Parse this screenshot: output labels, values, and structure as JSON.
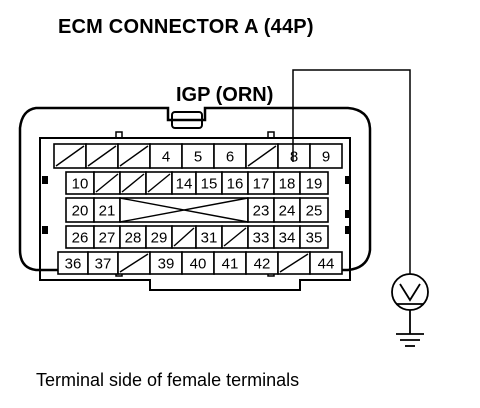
{
  "title": "ECM CONNECTOR A (44P)",
  "pin_label": "IGP (ORN)",
  "caption": "Terminal side of female terminals",
  "rows": [
    [
      {
        "label": ""
      },
      {
        "label": ""
      },
      {
        "label": ""
      },
      {
        "label": "4"
      },
      {
        "label": "5"
      },
      {
        "label": "6"
      },
      {
        "label": ""
      },
      {
        "label": "8"
      },
      {
        "label": "9"
      }
    ],
    [
      {
        "label": "10"
      },
      {
        "label": ""
      },
      {
        "label": ""
      },
      {
        "label": ""
      },
      {
        "label": "14"
      },
      {
        "label": "15"
      },
      {
        "label": "16"
      },
      {
        "label": "17"
      },
      {
        "label": "18"
      },
      {
        "label": "19"
      }
    ],
    [
      {
        "label": "20"
      },
      {
        "label": "21"
      },
      {
        "label": ""
      },
      {
        "label": "23"
      },
      {
        "label": "24"
      },
      {
        "label": "25"
      }
    ],
    [
      {
        "label": "26"
      },
      {
        "label": "27"
      },
      {
        "label": "28"
      },
      {
        "label": "29"
      },
      {
        "label": ""
      },
      {
        "label": "31"
      },
      {
        "label": ""
      },
      {
        "label": "33"
      },
      {
        "label": "34"
      },
      {
        "label": "35"
      }
    ],
    [
      {
        "label": "36"
      },
      {
        "label": "37"
      },
      {
        "label": ""
      },
      {
        "label": "39"
      },
      {
        "label": "40"
      },
      {
        "label": "41"
      },
      {
        "label": "42"
      },
      {
        "label": ""
      },
      {
        "label": "44"
      }
    ]
  ],
  "probe_terminal": "8",
  "meter_icon": "voltmeter-icon",
  "ground_icon": "ground-icon"
}
